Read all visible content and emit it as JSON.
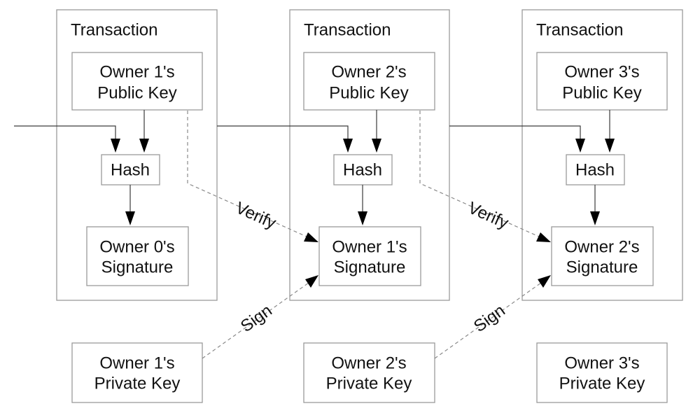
{
  "transactions": [
    {
      "title": "Transaction",
      "public_key": [
        "Owner 1's",
        "Public Key"
      ],
      "hash": "Hash",
      "signature": [
        "Owner 0's",
        "Signature"
      ]
    },
    {
      "title": "Transaction",
      "public_key": [
        "Owner 2's",
        "Public Key"
      ],
      "hash": "Hash",
      "signature": [
        "Owner 1's",
        "Signature"
      ]
    },
    {
      "title": "Transaction",
      "public_key": [
        "Owner 3's",
        "Public Key"
      ],
      "hash": "Hash",
      "signature": [
        "Owner 2's",
        "Signature"
      ]
    }
  ],
  "private_keys": [
    [
      "Owner 1's",
      "Private Key"
    ],
    [
      "Owner 2's",
      "Private Key"
    ],
    [
      "Owner 3's",
      "Private Key"
    ]
  ],
  "labels": {
    "verify": [
      "Verify",
      "Verify"
    ],
    "sign": [
      "Sign",
      "Sign"
    ]
  },
  "colors": {
    "box_border": "#9a9a9a",
    "arrow": "#000000",
    "dashed_line": "#8a8a8a",
    "text": "#111111"
  }
}
